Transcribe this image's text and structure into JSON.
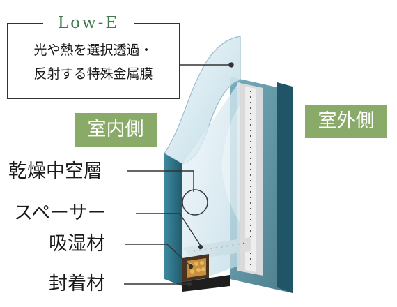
{
  "lowe": {
    "title": "Low-E",
    "desc_line1": "光や熱を選択透過・",
    "desc_line2": "反射する特殊金属膜"
  },
  "labels": {
    "indoor": "室内側",
    "outdoor": "室外側"
  },
  "parts": {
    "dry_air_layer": "乾燥中空層",
    "spacer": "スペーサー",
    "desiccant": "吸湿材",
    "sealant": "封着材"
  },
  "colors": {
    "label_green": "#8aaa6a",
    "title_green": "#3f7a4f",
    "glass_edge": "#2f6f80",
    "glass_face": "#cfe6ef"
  }
}
